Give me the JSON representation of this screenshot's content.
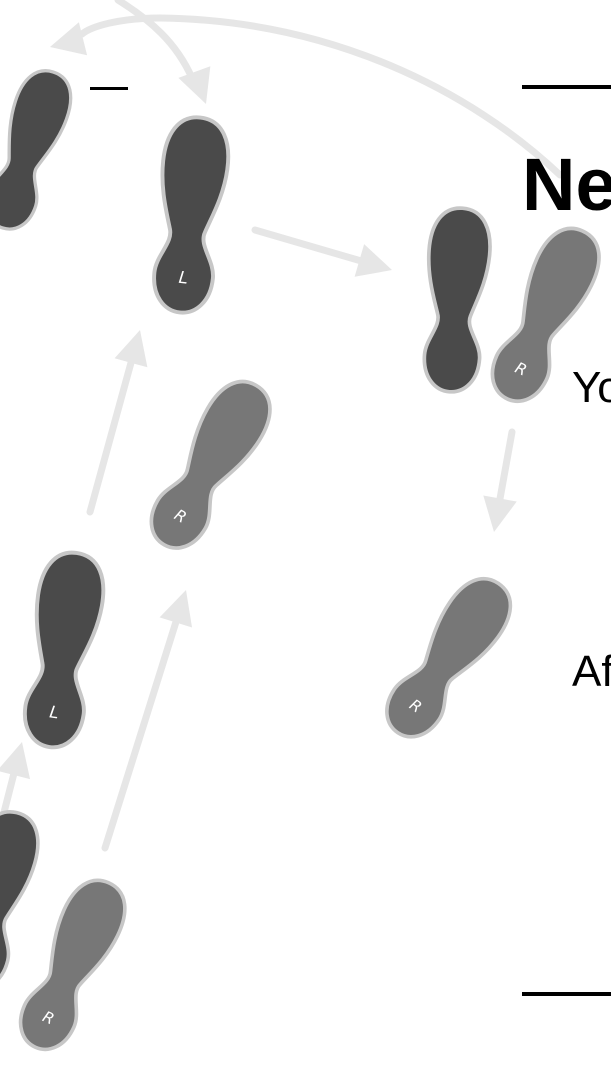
{
  "colors": {
    "left_foot": "#4a4a4a",
    "right_foot": "#777777",
    "foot_outline": "#c7c7c7",
    "arrow": "#e6e6e6",
    "text": "#000000"
  },
  "icons": {
    "left_foot": "left-footprint-icon",
    "right_foot": "right-footprint-icon",
    "arrow": "arrow-icon"
  },
  "diagram": {
    "heading": "Ne",
    "text_lines": [
      "Yo",
      "Af"
    ],
    "footprints": [
      {
        "foot": "left",
        "label": ""
      },
      {
        "foot": "left",
        "label": "L"
      },
      {
        "foot": "right",
        "label": "R"
      },
      {
        "foot": "left",
        "label": "L"
      },
      {
        "foot": "left",
        "label": ""
      },
      {
        "foot": "right",
        "label": "R"
      },
      {
        "foot": "left",
        "label": "L"
      },
      {
        "foot": "right",
        "label": "R"
      },
      {
        "foot": "right",
        "label": "R"
      }
    ]
  }
}
